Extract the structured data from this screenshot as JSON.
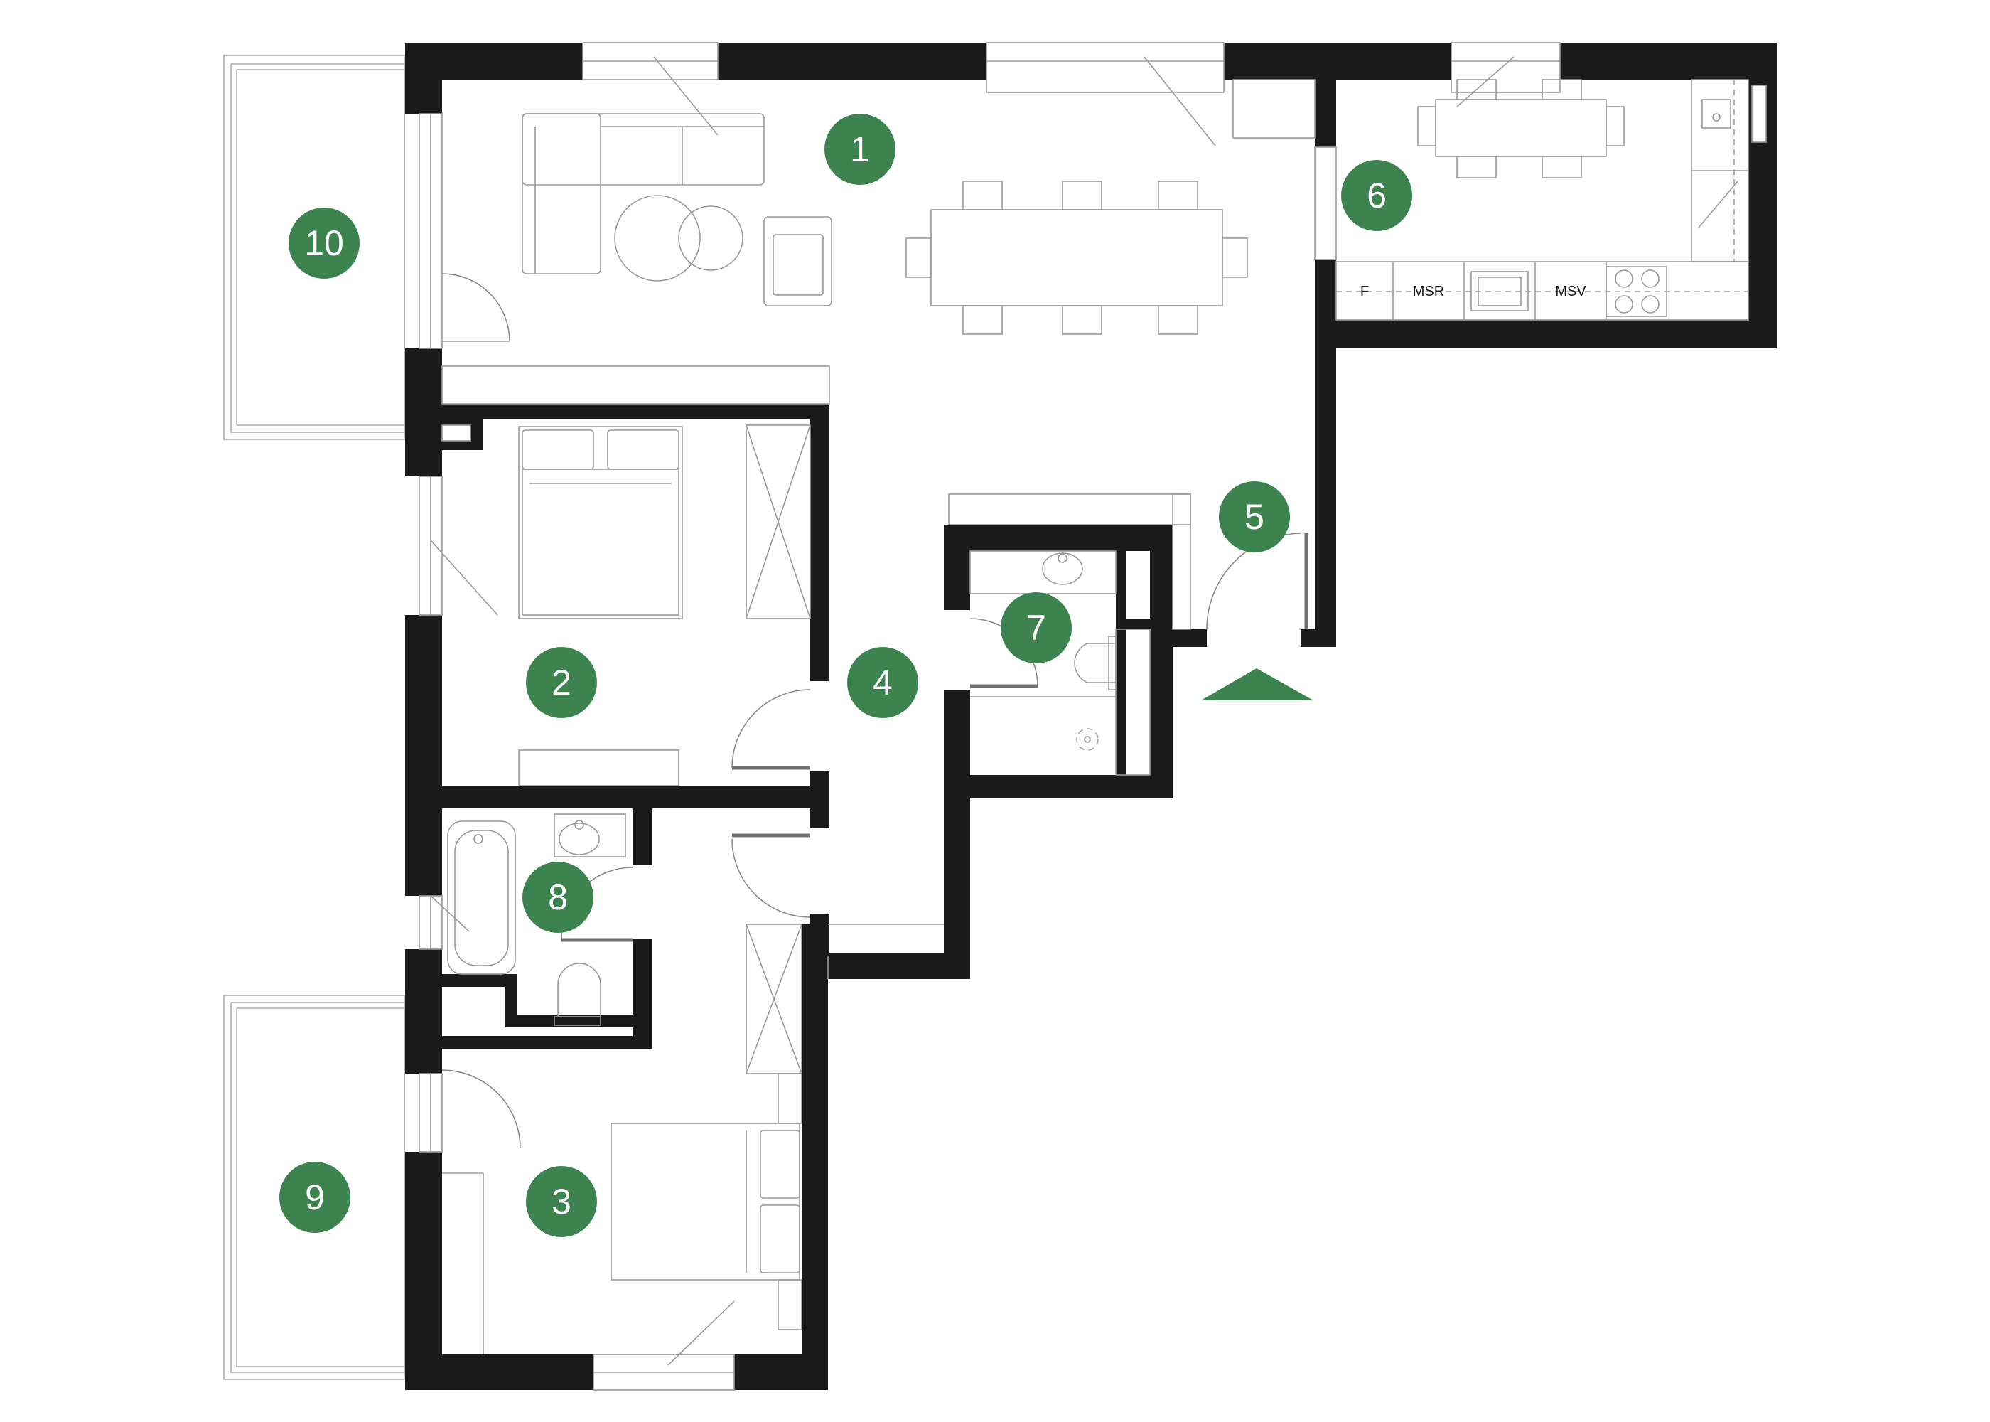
{
  "rooms": [
    {
      "id": "1",
      "label": "1"
    },
    {
      "id": "2",
      "label": "2"
    },
    {
      "id": "3",
      "label": "3"
    },
    {
      "id": "4",
      "label": "4"
    },
    {
      "id": "5",
      "label": "5"
    },
    {
      "id": "6",
      "label": "6"
    },
    {
      "id": "7",
      "label": "7"
    },
    {
      "id": "8",
      "label": "8"
    },
    {
      "id": "9",
      "label": "9"
    },
    {
      "id": "10",
      "label": "10"
    }
  ],
  "kitchen_appliances": {
    "fridge": "F",
    "msr": "MSR",
    "msv": "MSV"
  },
  "colors": {
    "badge": "#3d8350",
    "walls": "#1a1a1a",
    "entry_marker": "#3d8350"
  },
  "icons": [
    "entrance-arrow-icon"
  ]
}
